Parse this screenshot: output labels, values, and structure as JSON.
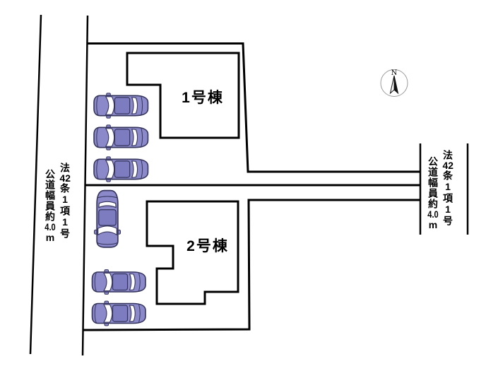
{
  "plan": {
    "buildings": [
      {
        "label": "1号棟"
      },
      {
        "label": "2号棟"
      }
    ],
    "roads": {
      "left": {
        "law_prefix": "法",
        "article_number": "42",
        "law_suffix": "条1項1号",
        "width_prefix": "公道幅員約",
        "width_value": "4.0",
        "width_unit": "m"
      },
      "right": {
        "law_prefix": "法",
        "article_number": "42",
        "law_suffix": "条1項1号",
        "width_prefix": "公道幅員約",
        "width_value": "4.0",
        "width_unit": "m"
      }
    },
    "compass": {
      "north_label": "N"
    }
  },
  "colors": {
    "car_body": "#8b89c9",
    "car_roof": "#7e7cc0",
    "car_window": "#ffffff",
    "car_outline": "#34345c",
    "plan_line": "#000000"
  }
}
